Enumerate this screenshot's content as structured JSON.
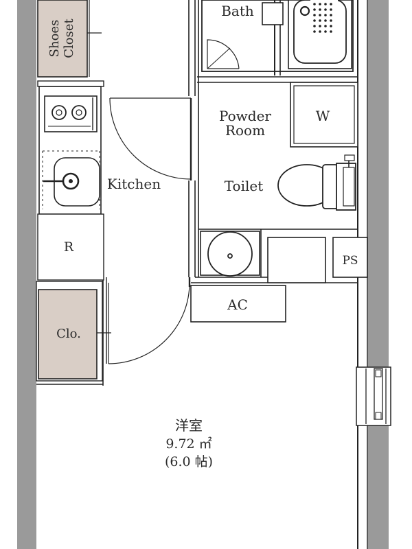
{
  "rooms": {
    "bath": "Bath",
    "shoes_closet_line1": "Shoes",
    "shoes_closet_line2": "Closet",
    "powder_room_line1": "Powder",
    "powder_room_line2": "Room",
    "washer": "W",
    "kitchen": "Kitchen",
    "toilet": "Toilet",
    "refrigerator": "R",
    "pipe_space": "PS",
    "air_conditioner": "AC",
    "closet": "Clo.",
    "western_room": "洋室",
    "western_room_area": "9.72 ㎡",
    "western_room_tatami": "(6.0 帖)"
  },
  "colors": {
    "wall": "#9a9a9a",
    "closet_fill": "#d9cec6",
    "line": "#222222",
    "background": "#ffffff"
  }
}
